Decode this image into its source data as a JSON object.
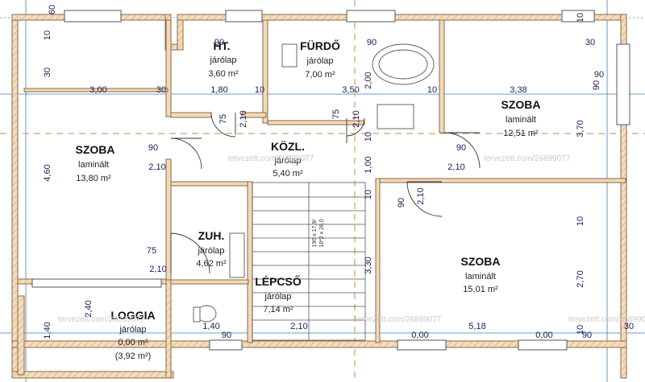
{
  "rooms": {
    "szoba_left": {
      "name": "SZOBA",
      "floor": "laminált",
      "area": "13,80 m²"
    },
    "ht": {
      "name": "HT.",
      "floor": "járólap",
      "area": "3,60 m²"
    },
    "furdo": {
      "name": "FÜRDŐ",
      "floor": "járólap",
      "area": "7,00 m²"
    },
    "szoba_right": {
      "name": "SZOBA",
      "floor": "laminált",
      "area": "12,51 m²"
    },
    "kozl": {
      "name": "KÖZL.",
      "floor": "járólap",
      "area": "5,40 m²"
    },
    "zuh": {
      "name": "ZUH.",
      "floor": "járólap",
      "area": "4,62 m²"
    },
    "lepcso": {
      "name": "LÉPCSŐ",
      "floor": "járólap",
      "area": "7,14 m²"
    },
    "szoba_bottom": {
      "name": "SZOBA",
      "floor": "laminált",
      "area": "15,01 m²"
    },
    "loggia": {
      "name": "LOGGIA",
      "floor": "járólap",
      "area": "0,00 m²",
      "area2": "(3,92 m²)"
    }
  },
  "stair": {
    "line1": "190 x 17,9/",
    "line2": "18*2 x 28,0"
  },
  "dimensions": {
    "d_300a": "3,00",
    "d_30a": "30",
    "d_180": "1,80",
    "d_10a": "10",
    "d_350": "3,50",
    "d_10b": "10",
    "d_338": "3,38",
    "d_90a": "90",
    "d_90b": "90",
    "d_90c": "90",
    "d_30b": "30",
    "d_75a": "75",
    "d_210a": "2,10",
    "d_210b": "2,10",
    "d_90d": "90",
    "d_210c": "2,10",
    "d_90e": "90",
    "d_210d": "2,10",
    "d_90f": "90",
    "d_210e": "2,10",
    "d_75b": "75",
    "d_210f": "2,10",
    "d_75c": "75",
    "d_140a": "1,40",
    "d_90g": "90",
    "d_210g": "2,10",
    "d_000a": "0,00",
    "d_518": "5,18",
    "d_000b": "0,00",
    "d_90h": "90",
    "d_30c": "30"
  },
  "vdimensions": {
    "v_10a": "10",
    "v_30a": "30",
    "v_460": "4,60",
    "v_60": "60",
    "v_240": "2,40",
    "v_140": "1,40",
    "v_200": "2,00",
    "v_100": "1,00",
    "v_10b": "10",
    "v_330": "3,30",
    "v_370": "3,70",
    "v_10c": "10",
    "v_270": "2,70",
    "v_10d": "10",
    "v_90": "90",
    "v_10e": "10",
    "v_10f": "10"
  },
  "watermarks": [
    "tervezett.com/26899077",
    "tervezett.com/26899077",
    "tervezett.com/26899077",
    "tervezett.com/26899077",
    "tervezett.com/26899077"
  ],
  "colors": {
    "wall_fill": "#f2d9b8",
    "wall_stroke": "#8a6a48",
    "dim_line": "#3a7fb8",
    "axis": "#c9a46e"
  }
}
